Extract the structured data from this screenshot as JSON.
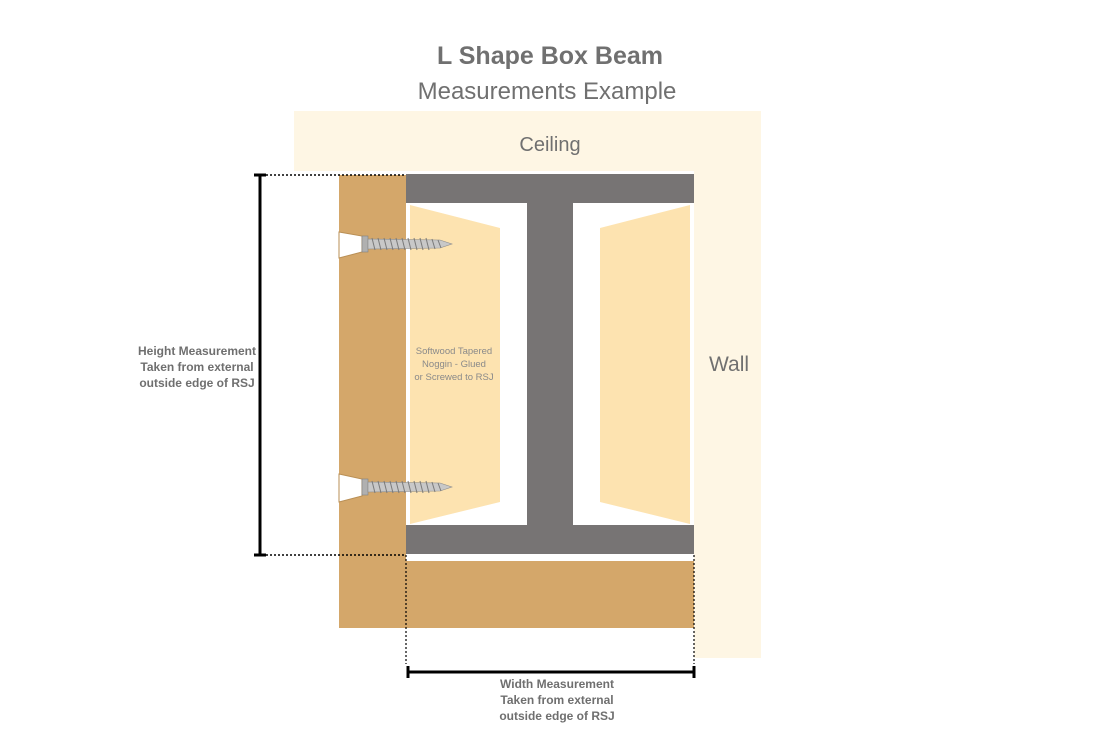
{
  "title": "L Shape Box Beam",
  "subtitle": "Measurements Example",
  "labels": {
    "ceiling": "Ceiling",
    "wall": "Wall",
    "noggin": "Softwood Tapered\nNoggin - Glued\nor Screwed to RSJ",
    "height_measurement": "Height Measurement\nTaken from external\noutside edge of RSJ",
    "width_measurement": "Width Measurement\nTaken from external\noutside edge of RSJ"
  },
  "colors": {
    "ceiling_wall": "#fef6e4",
    "board": "#d4a76a",
    "rsj": "#777474",
    "noggin": "#fde3b0",
    "text": "#707070",
    "dimension_line": "#000000",
    "screw": "#a9a9a9"
  }
}
